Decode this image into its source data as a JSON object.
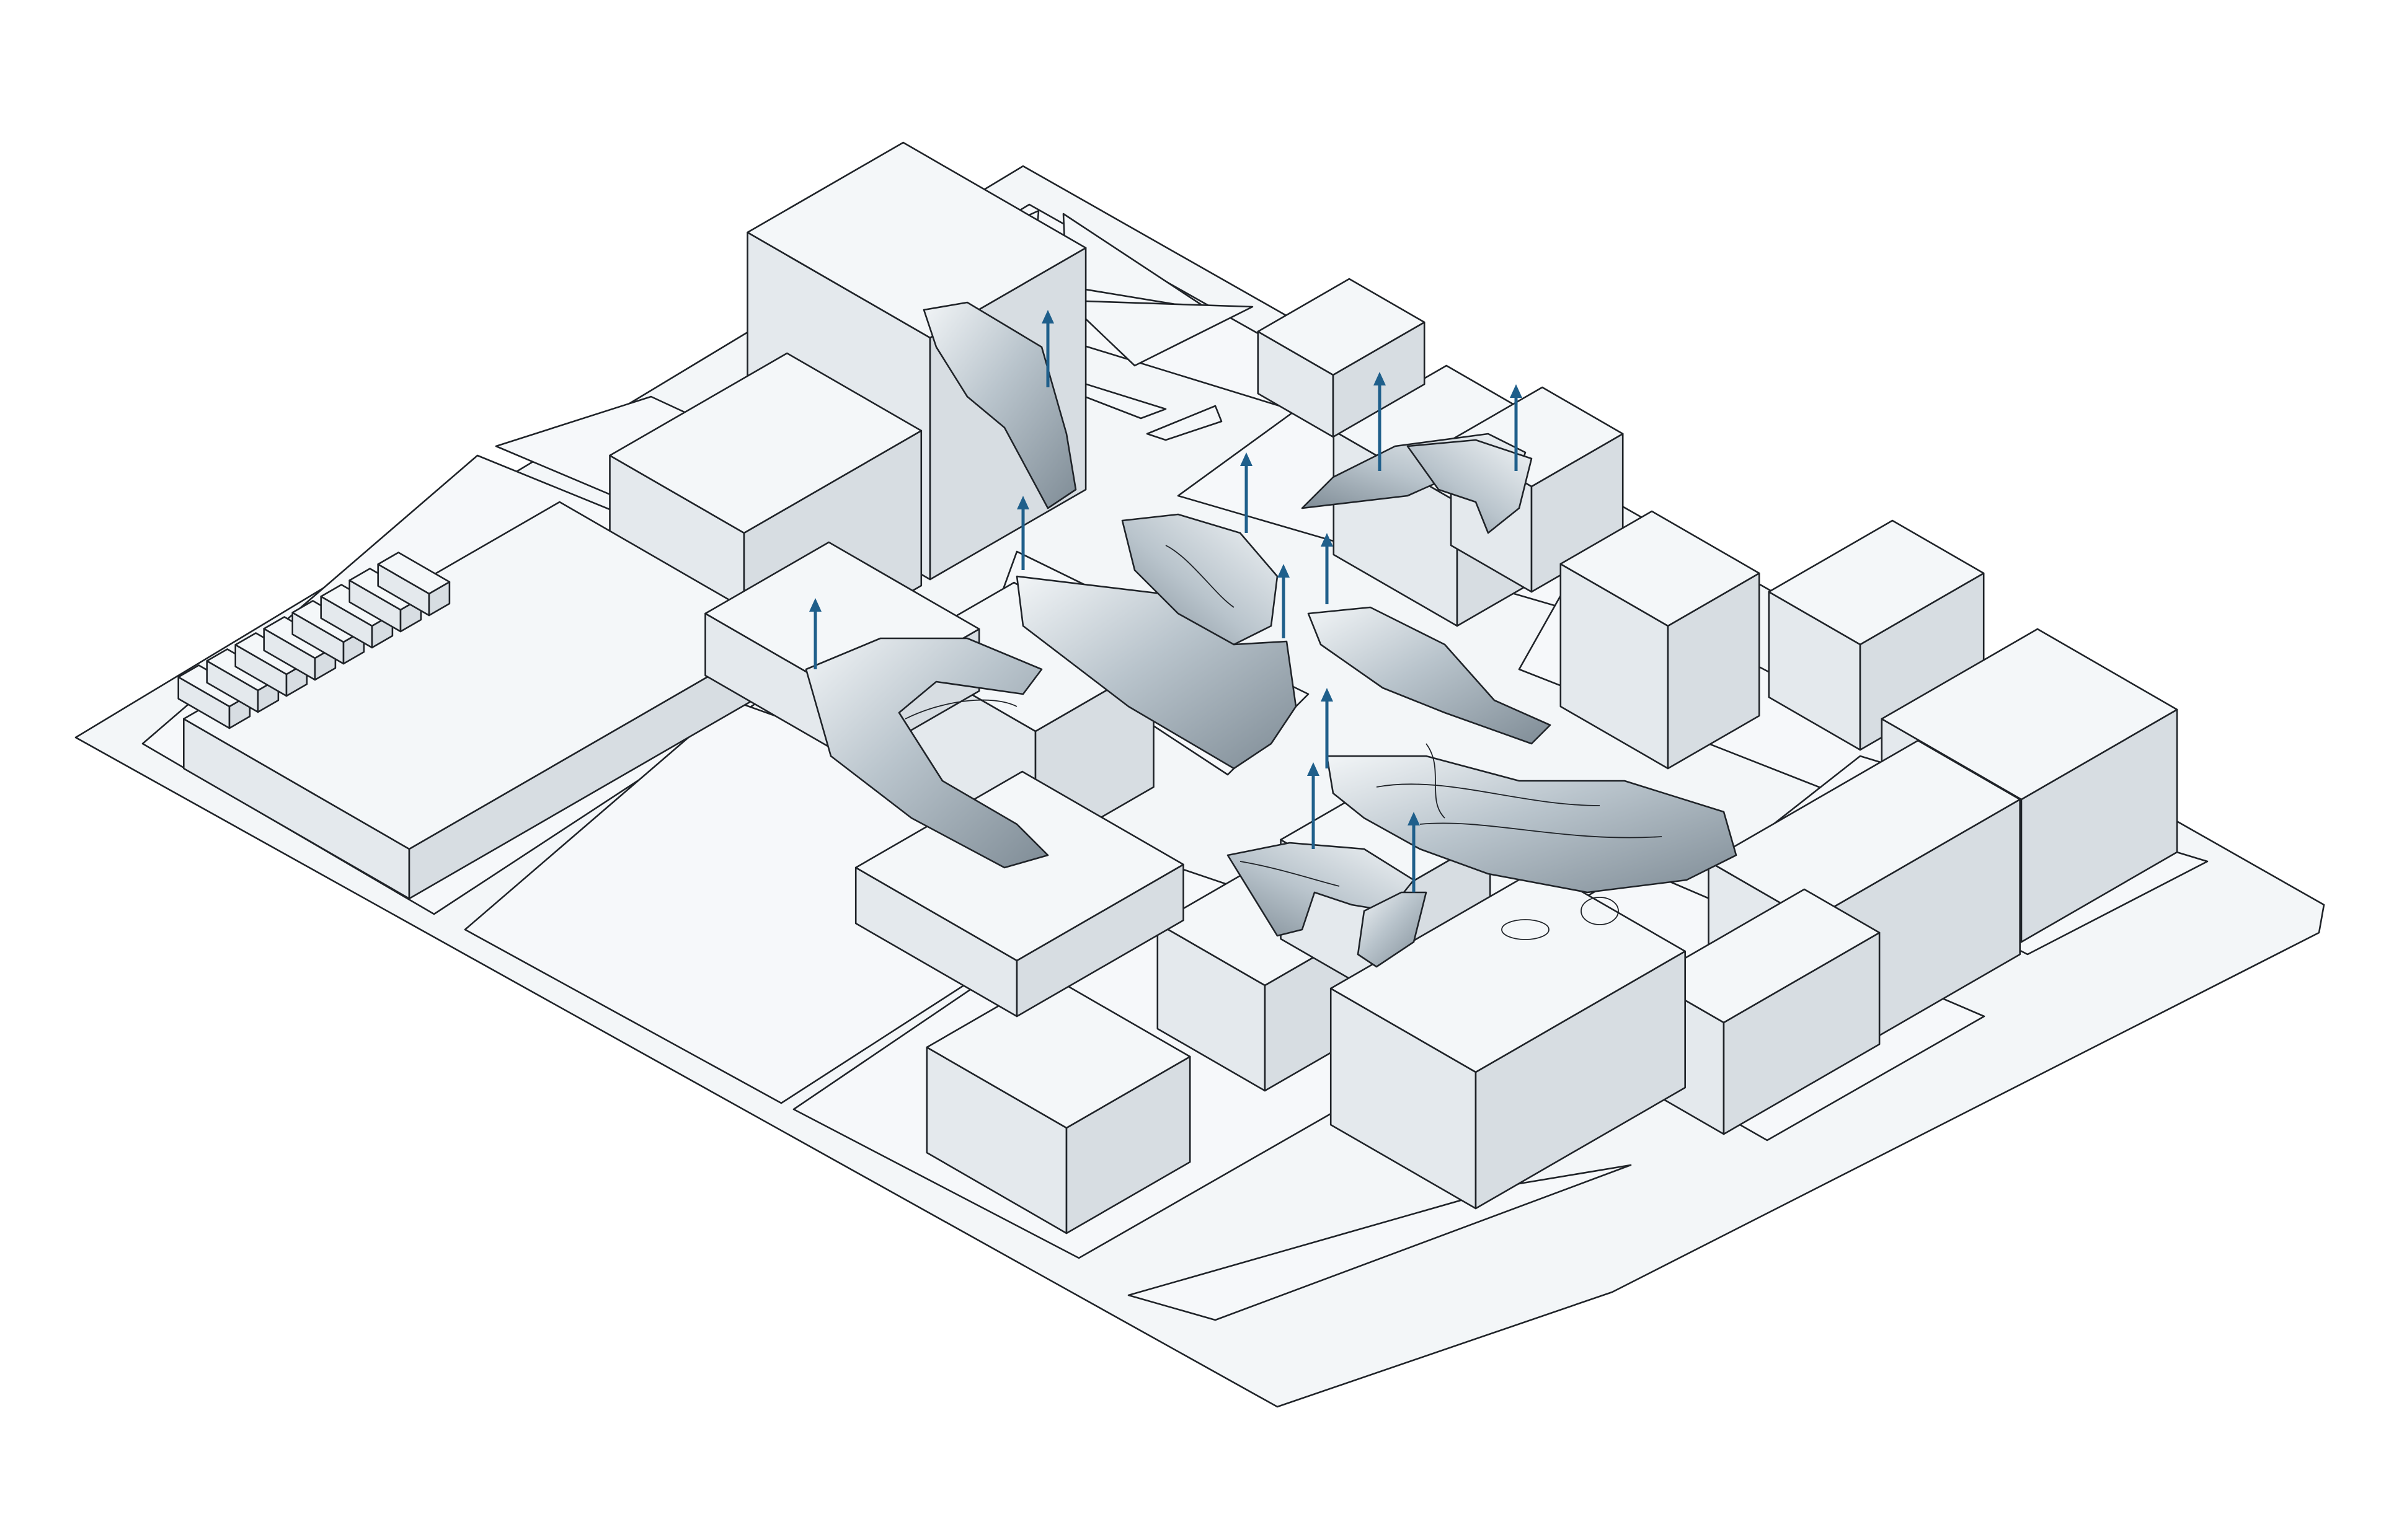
{
  "colors": {
    "background": "#ffffff",
    "ground": "#f3f6f8",
    "block_top": "#f4f7f9",
    "block_left": "#e4e9ed",
    "block_right": "#d7dde2",
    "line": "#1f2328",
    "arrow": "#1f5f8b",
    "sculpt_light": "#f2f5f7",
    "sculpt_mid": "#b9c4cc",
    "sculpt_dark": "#7f8c96"
  },
  "icons": {
    "airflow_arrow": "upward-arrow",
    "sculpted_roof": "curved-ribbon-surface"
  },
  "diagram": {
    "type": "isometric-urban-massing",
    "airflow_arrow_count": 11,
    "sculpted_volume_count": 8
  }
}
